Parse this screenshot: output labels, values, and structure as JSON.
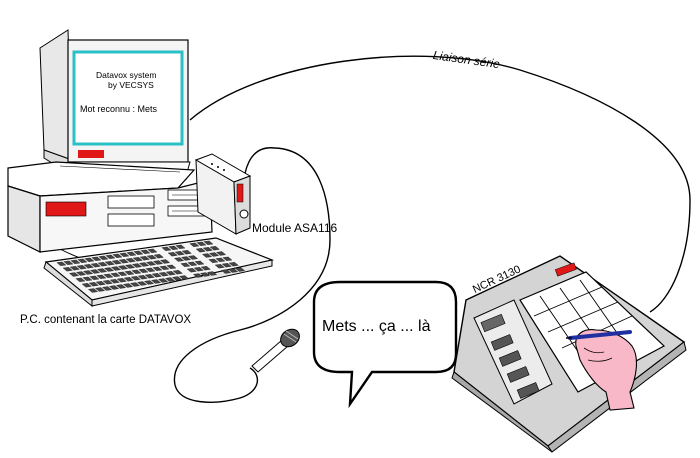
{
  "screen": {
    "line1": "Datavox system",
    "line2": "by VECSYS",
    "line3": "Mot reconnu : Mets"
  },
  "labels": {
    "serial_link": "Liaison série",
    "module": "Module ASA116",
    "pc": "P.C. contenant la carte DATAVOX",
    "tablet": "NCR 3130"
  },
  "speech_bubble": "Mets ... ça ... là",
  "colors": {
    "accent_red": "#e01818",
    "screen_border": "#29c0c8",
    "pen_blue": "#2030a0",
    "hand_pink": "#f8b8c8"
  }
}
